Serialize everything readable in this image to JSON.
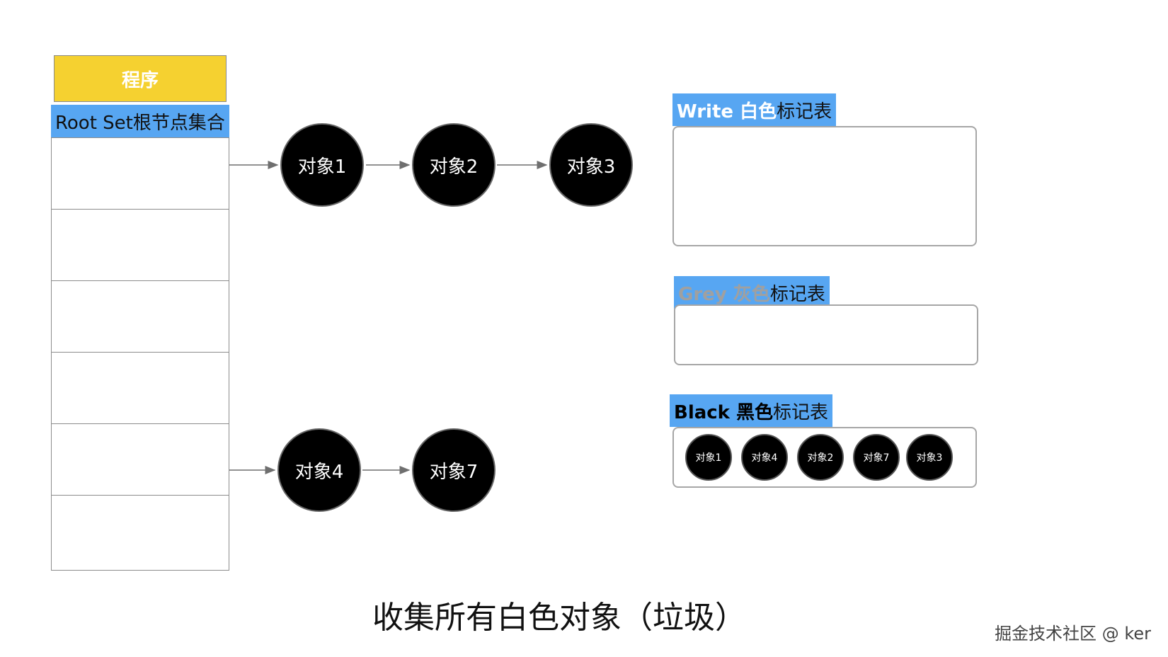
{
  "program": {
    "label": "程序"
  },
  "root_set": {
    "header": "Root Set根节点集合",
    "row_count": 6
  },
  "nodes": {
    "obj1": "对象1",
    "obj2": "对象2",
    "obj3": "对象3",
    "obj4": "对象4",
    "obj7": "对象7"
  },
  "white_table": {
    "label_prefix": "Write 白色",
    "label_suffix": "标记表",
    "items": []
  },
  "grey_table": {
    "label_prefix": "Grey 灰色",
    "label_suffix": "标记表",
    "items": []
  },
  "black_table": {
    "label_prefix": "Black 黑色",
    "label_suffix": "标记表",
    "items": [
      "对象1",
      "对象4",
      "对象2",
      "对象7",
      "对象3"
    ]
  },
  "caption": "收集所有白色对象（垃圾）",
  "watermark": "掘金技术社区 @ ker",
  "colors": {
    "program_bg": "#f5d130",
    "label_bg": "#57a6f2",
    "grey_label_text": "#a0a0a0",
    "node_fill": "#000000"
  }
}
